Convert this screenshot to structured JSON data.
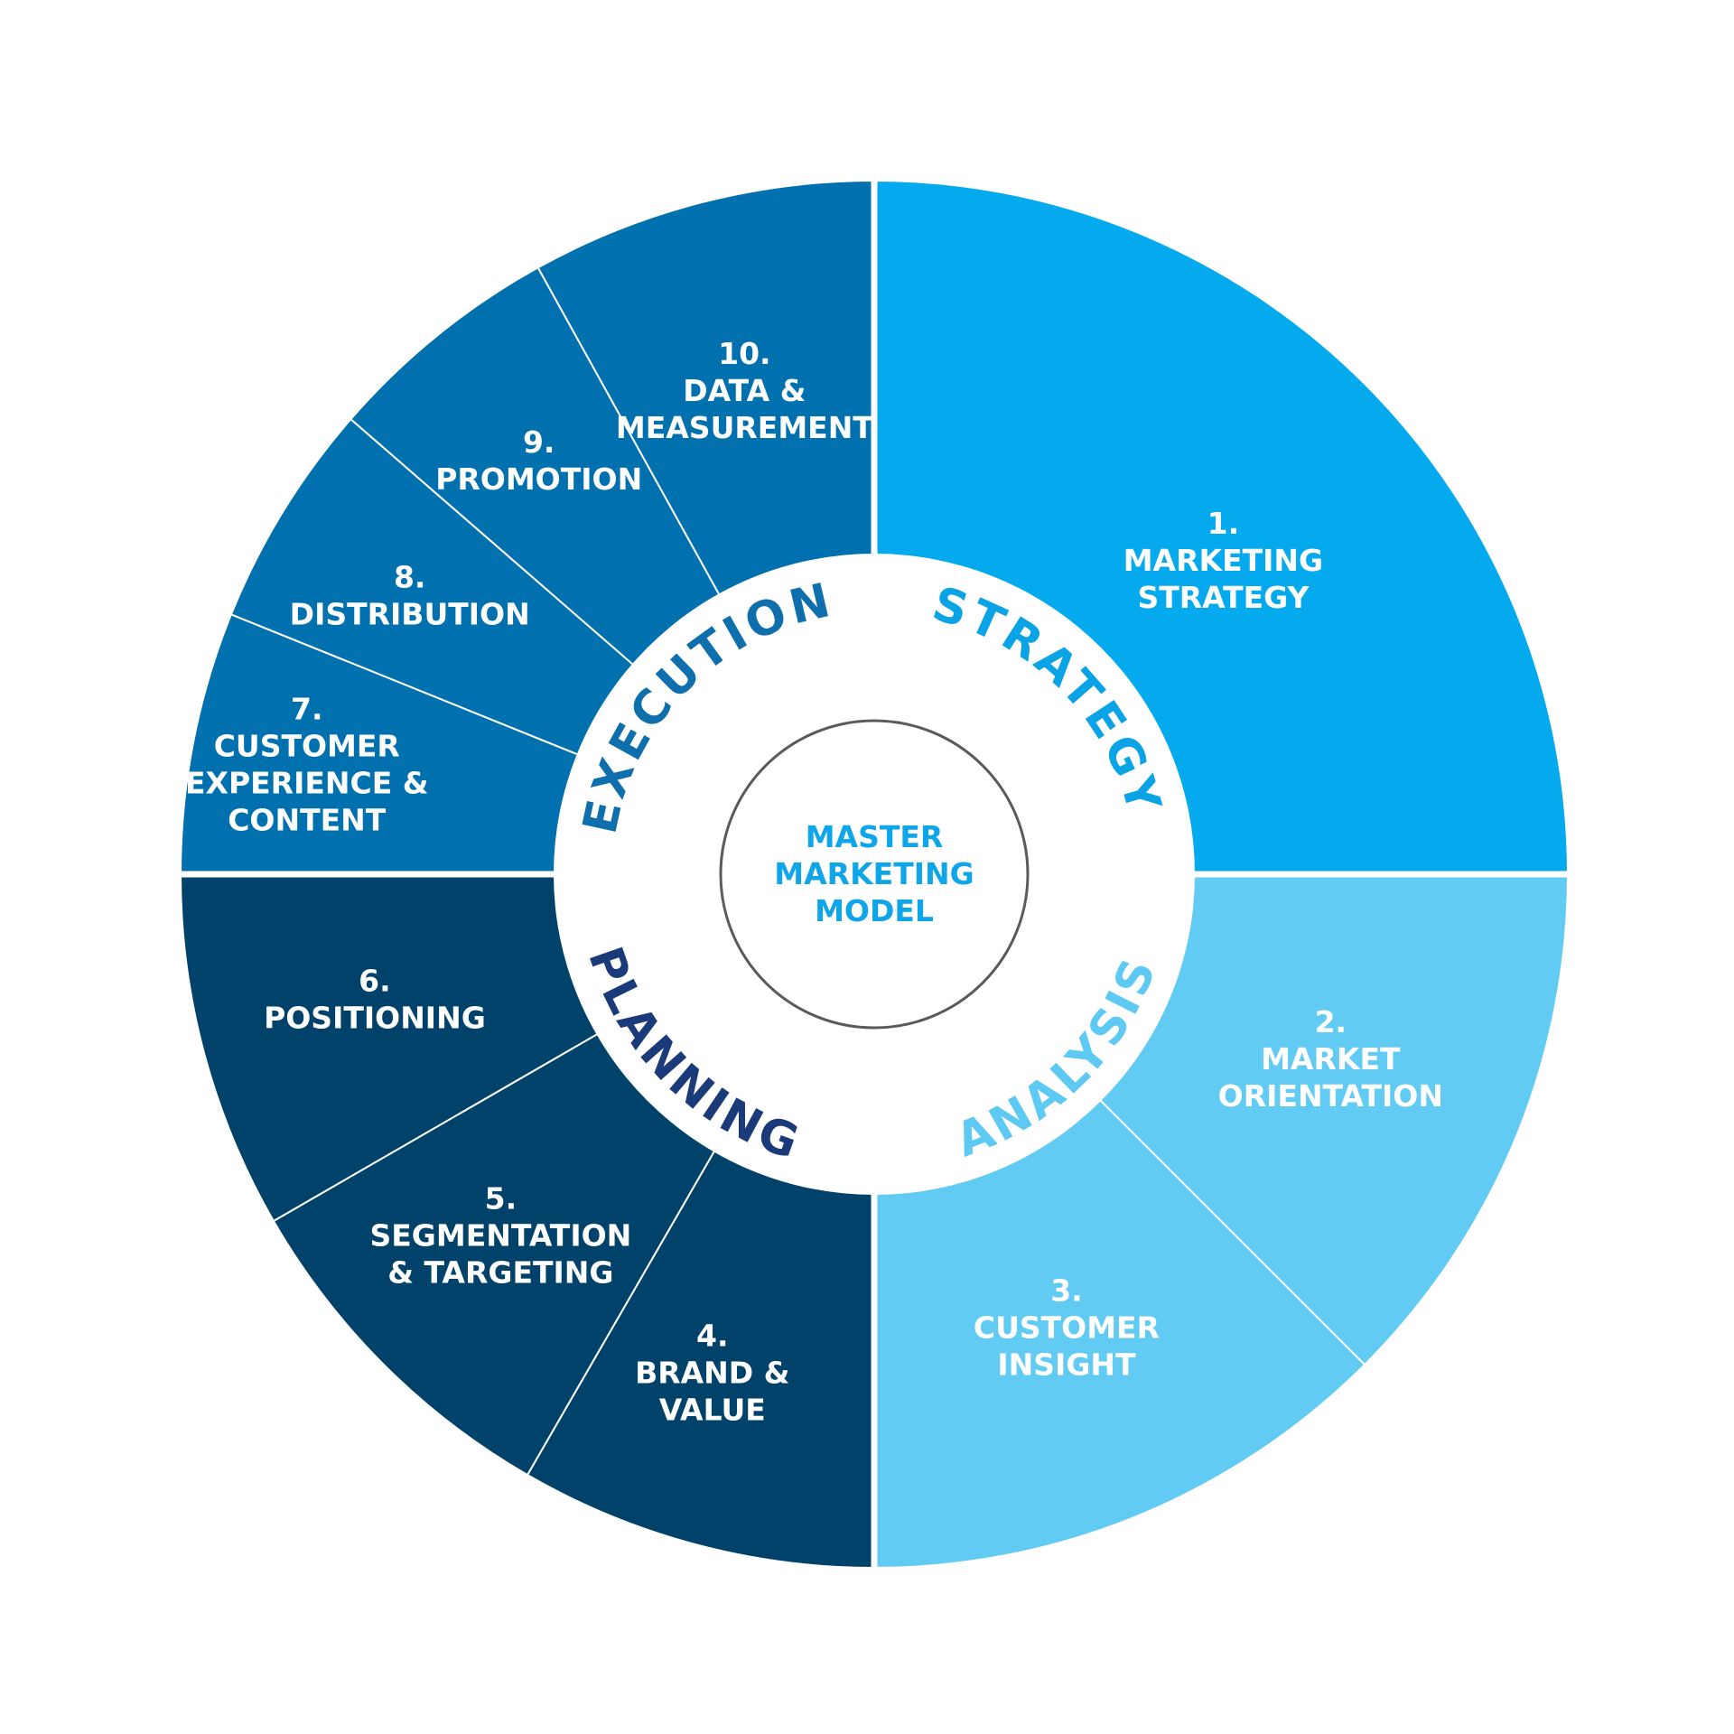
{
  "diagram": {
    "center": {
      "lines": [
        "MASTER",
        "MARKETING",
        "MODEL"
      ],
      "color": "#0ea5e9"
    },
    "phases": [
      {
        "label": "STRATEGY",
        "color": "#0aa3e6"
      },
      {
        "label": "ANALYSIS",
        "color": "#5ec9f3"
      },
      {
        "label": "PLANNING",
        "color": "#1a3a7a"
      },
      {
        "label": "EXECUTION",
        "color": "#0f6fac"
      }
    ],
    "segments": [
      {
        "number": "1.",
        "lines": [
          "MARKETING",
          "STRATEGY"
        ],
        "color": "#04aaed",
        "phase": "STRATEGY"
      },
      {
        "number": "2.",
        "lines": [
          "MARKET",
          "ORIENTATION"
        ],
        "color": "#62cbf4",
        "phase": "ANALYSIS"
      },
      {
        "number": "3.",
        "lines": [
          "CUSTOMER",
          "INSIGHT"
        ],
        "color": "#62cbf4",
        "phase": "ANALYSIS"
      },
      {
        "number": "4.",
        "lines": [
          "BRAND &",
          "VALUE"
        ],
        "color": "#01426b",
        "phase": "PLANNING"
      },
      {
        "number": "5.",
        "lines": [
          "SEGMENTATION",
          "& TARGETING"
        ],
        "color": "#01426b",
        "phase": "PLANNING"
      },
      {
        "number": "6.",
        "lines": [
          "POSITIONING"
        ],
        "color": "#01426b",
        "phase": "PLANNING"
      },
      {
        "number": "7.",
        "lines": [
          "CUSTOMER",
          "EXPERIENCE &",
          "CONTENT"
        ],
        "color": "#0170ae",
        "phase": "EXECUTION"
      },
      {
        "number": "8.",
        "lines": [
          "DISTRIBUTION"
        ],
        "color": "#0170ae",
        "phase": "EXECUTION"
      },
      {
        "number": "9.",
        "lines": [
          "PROMOTION"
        ],
        "color": "#0170ae",
        "phase": "EXECUTION"
      },
      {
        "number": "10.",
        "lines": [
          "DATA &",
          "MEASUREMENT"
        ],
        "color": "#0170ae",
        "phase": "EXECUTION"
      }
    ],
    "ring_color": "#ffffff",
    "divider_color": "#ffffff",
    "center_stroke_color": "#5a5a5a"
  }
}
